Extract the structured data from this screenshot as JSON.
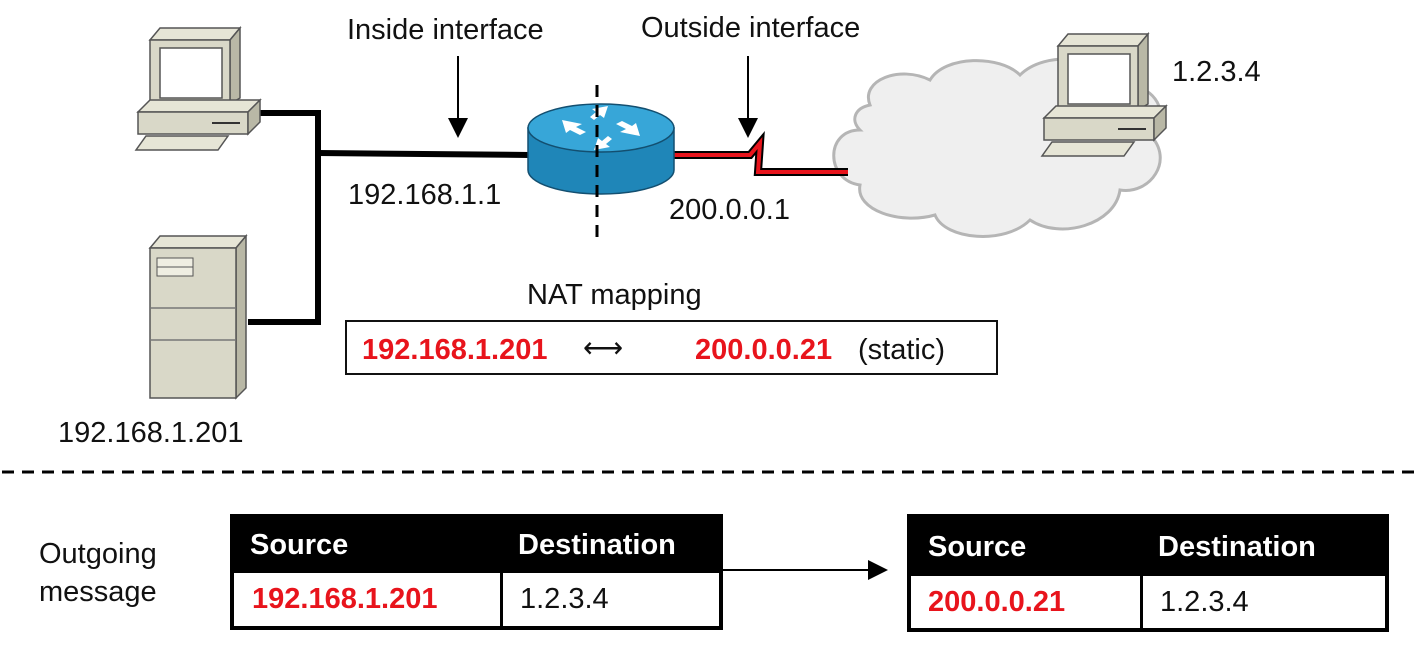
{
  "labels": {
    "inside_interface": "Inside interface",
    "outside_interface": "Outside interface",
    "remote_host_ip": "1.2.3.4",
    "inside_ip": "192.168.1.1",
    "outside_ip": "200.0.0.1",
    "server_ip": "192.168.1.201",
    "nat_mapping_title": "NAT mapping"
  },
  "nat_mapping": {
    "inside_address": "192.168.1.201",
    "arrow": "⟷",
    "outside_address": "200.0.0.21",
    "type": "(static)"
  },
  "outgoing": {
    "label_line1": "Outgoing",
    "label_line2": "message",
    "before": {
      "source_header": "Source",
      "destination_header": "Destination",
      "source": "192.168.1.201",
      "destination": "1.2.3.4"
    },
    "after": {
      "source_header": "Source",
      "destination_header": "Destination",
      "source": "200.0.0.21",
      "destination": "1.2.3.4"
    }
  },
  "icons": {
    "workstation": "desktop-computer-icon",
    "server": "tower-server-icon",
    "router": "router-icon",
    "internet": "cloud-icon",
    "remote_host": "desktop-computer-icon"
  },
  "colors": {
    "translated_address": "#e8141c",
    "outside_link": "#e8141c",
    "router_body": "#1f86b8",
    "router_top": "#37a6d8",
    "device_beige": "#d9d8c8",
    "cloud_fill": "#efefef"
  }
}
